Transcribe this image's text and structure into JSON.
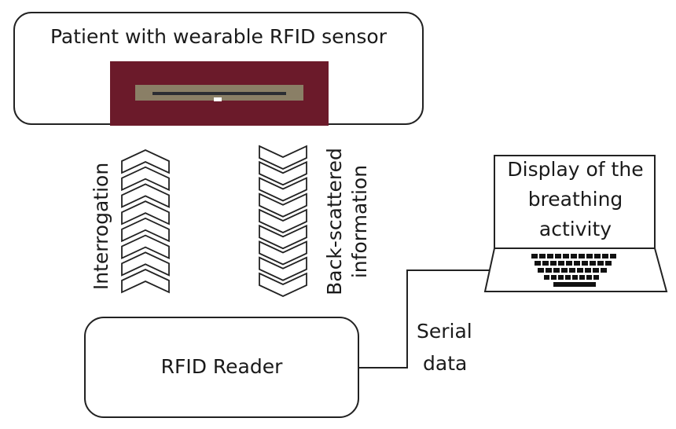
{
  "patient_box": {
    "label": "Patient with wearable RFID sensor"
  },
  "sensor": {
    "patch_color": "#6b1a2a",
    "strip_color": "#8a7f66",
    "antenna_color": "#2b2d33",
    "chip_color": "#ffffff"
  },
  "downlink": {
    "label": "Interrogation",
    "chevron_count": 8
  },
  "uplink": {
    "label_line1": "Back-scattered",
    "label_line2": "information",
    "chevron_count": 9
  },
  "reader_box": {
    "label": "RFID Reader"
  },
  "link": {
    "label_line1": "Serial",
    "label_line2": "data"
  },
  "laptop": {
    "line1": "Display of the",
    "line2": "breathing",
    "line3": "activity"
  },
  "colors": {
    "stroke": "#222222",
    "text": "#1a1a1a"
  }
}
